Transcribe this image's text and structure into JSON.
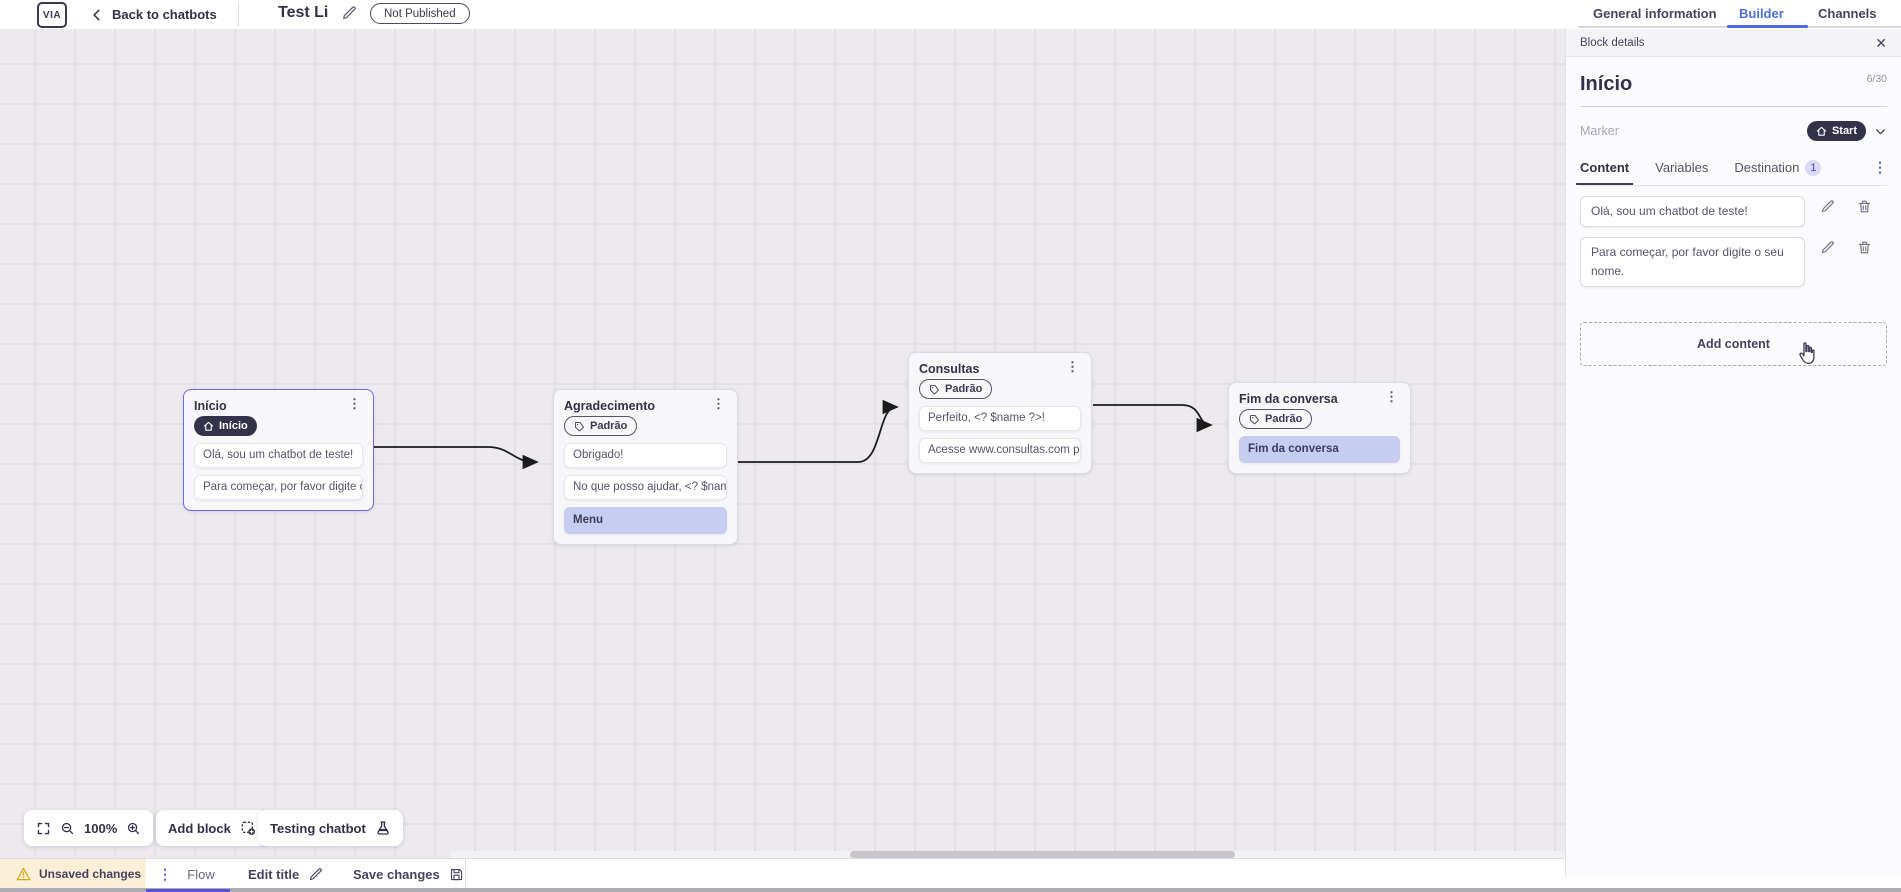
{
  "header": {
    "logo_text": "VIA",
    "back": "Back to chatbots",
    "title": "Test Li",
    "status": "Not Published",
    "tabs": [
      {
        "label": "General information"
      },
      {
        "label": "Builder"
      },
      {
        "label": "Channels"
      }
    ]
  },
  "panel": {
    "bar_title": "Block details",
    "close_glyph": "✕",
    "name": "Início",
    "counter": "6/30",
    "marker_label": "Marker",
    "marker_value": "Start",
    "tabs": [
      {
        "label": "Content"
      },
      {
        "label": "Variables"
      },
      {
        "label": "Destination",
        "badge": "1"
      }
    ],
    "contents": [
      "Olá, sou um chatbot de teste!",
      "Para começar, por favor digite o seu nome."
    ],
    "add_content": "Add content"
  },
  "canvas": {
    "zoom": "100%",
    "add_block": "Add block",
    "testing": "Testing chatbot",
    "blocks": [
      {
        "title": "Início",
        "badge": "Início",
        "cards": [
          {
            "text": "Olá, sou um chatbot de teste!"
          },
          {
            "text": "Para começar, por favor digite o ..."
          }
        ]
      },
      {
        "title": "Agradecimento",
        "badge": "Padrão",
        "cards": [
          {
            "text": "Obrigado!"
          },
          {
            "text": "No que posso ajudar, <? $name ..."
          },
          {
            "text": "Menu"
          }
        ]
      },
      {
        "title": "Consultas",
        "badge": "Padrão",
        "cards": [
          {
            "text": "Perfeito, <? $name ?>!"
          },
          {
            "text": "Acesse www.consultas.com par..."
          }
        ]
      },
      {
        "title": "Fim da conversa",
        "badge": "Padrão",
        "cards": [
          {
            "text": "Fim da conversa"
          }
        ]
      }
    ]
  },
  "footer": {
    "unsaved": "Unsaved changes",
    "flow": "Flow",
    "edit_title": "Edit title",
    "save": "Save changes"
  },
  "colors": {
    "accent_blue": "#4a6ce0",
    "accent_indigo": "#5753d6",
    "dark_navy": "#34324a",
    "warning_bg": "#fcefd7",
    "action_card_bg": "#c7ccf1",
    "canvas_bg": "#eceaee",
    "selected_border": "#7468ea"
  }
}
